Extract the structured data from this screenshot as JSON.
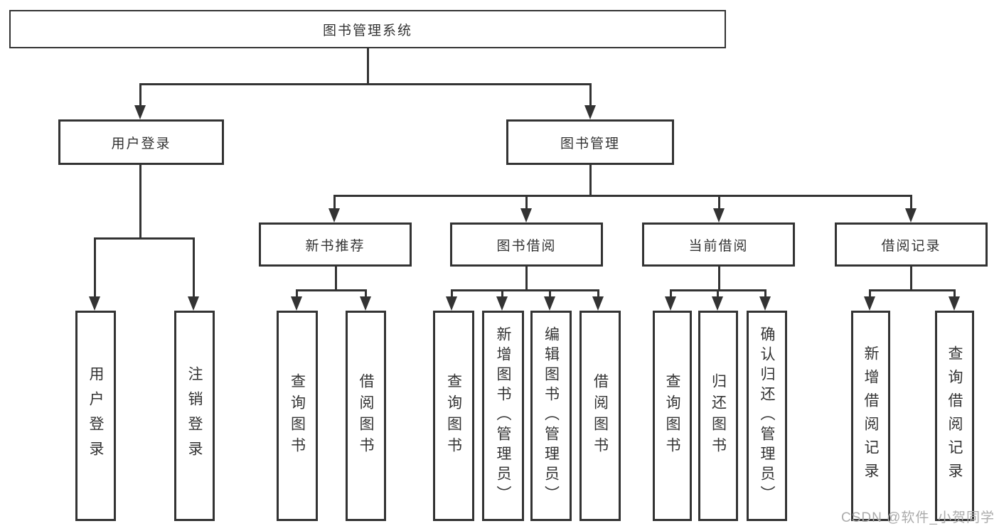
{
  "tree": {
    "root": {
      "label": "图书管理系统"
    },
    "branches": [
      {
        "label": "用户登录",
        "children": [
          {
            "label": "用户登录"
          },
          {
            "label": "注销登录"
          }
        ]
      },
      {
        "label": "图书管理",
        "children": [
          {
            "label": "新书推荐",
            "children": [
              {
                "label": "查询图书"
              },
              {
                "label": "借阅图书"
              }
            ]
          },
          {
            "label": "图书借阅",
            "children": [
              {
                "label": "查询图书"
              },
              {
                "label": "新增图书（管理员）"
              },
              {
                "label": "编辑图书（管理员）"
              },
              {
                "label": "借阅图书"
              }
            ]
          },
          {
            "label": "当前借阅",
            "children": [
              {
                "label": "查询图书"
              },
              {
                "label": "归还图书"
              },
              {
                "label": "确认归还（管理员）"
              }
            ]
          },
          {
            "label": "借阅记录",
            "children": [
              {
                "label": "新增借阅记录"
              },
              {
                "label": "查询借阅记录"
              }
            ]
          }
        ]
      }
    ]
  },
  "watermark": {
    "text": "CSDN @软件_小贺同学"
  },
  "colors": {
    "line": "#333333",
    "text": "#333333",
    "box_background": "#ffffff",
    "watermark": "#ababab",
    "page_background": "#ffffff"
  }
}
